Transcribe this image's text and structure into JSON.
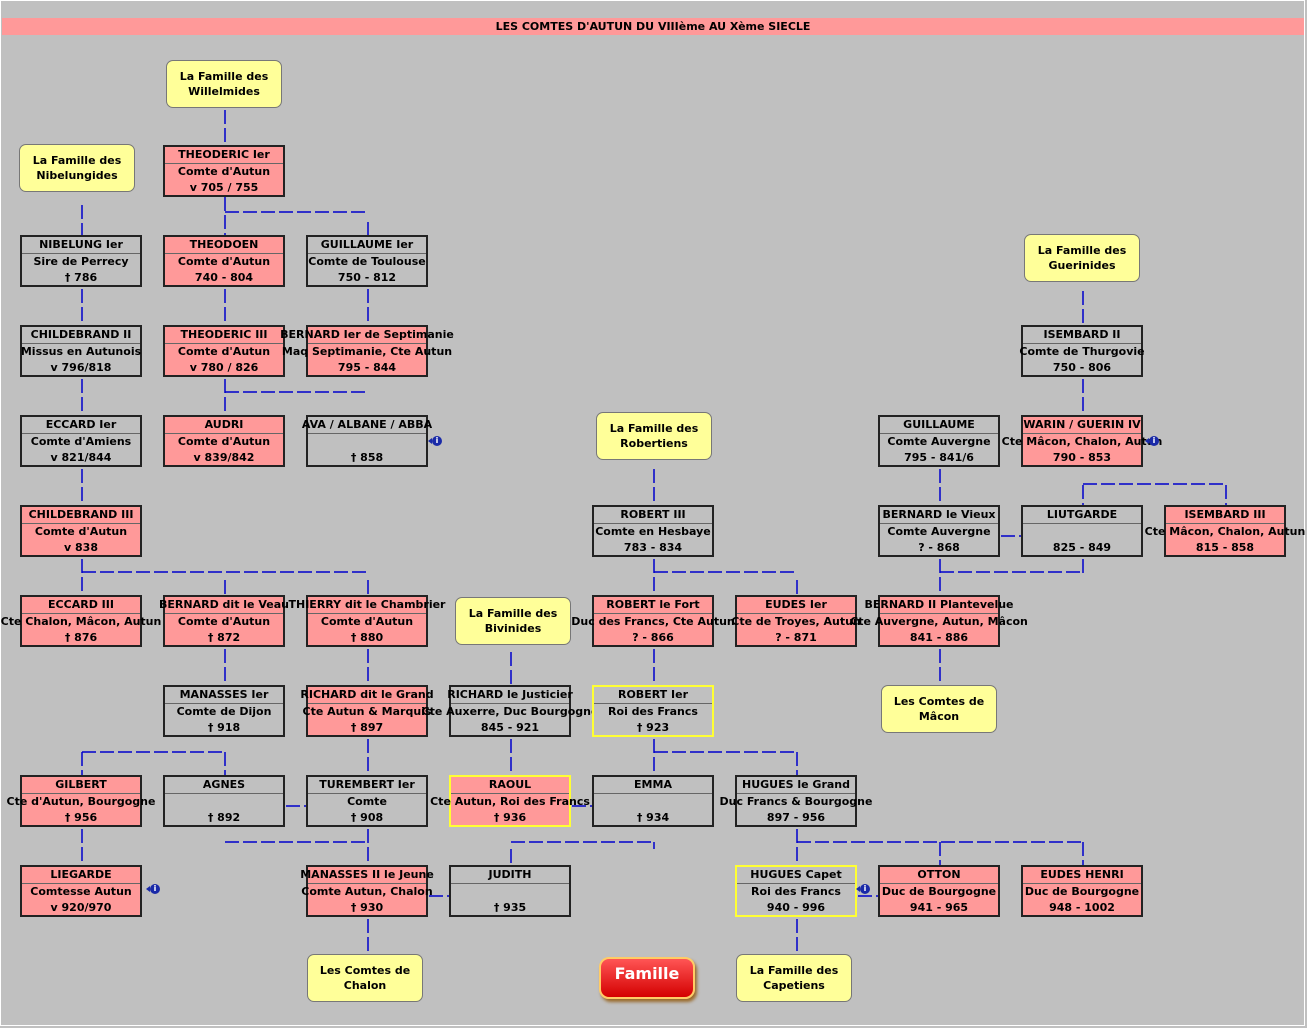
{
  "title": "LES COMTES D'AUTUN DU VIIIème AU Xème SIECLE",
  "famille_button": "Famille",
  "colors": {
    "background": "#c0c0c0",
    "banner": "#ff9999",
    "count_box": "#ff9999",
    "caption_box": "#ffff99",
    "line": "#0000cc",
    "highlight_border": "#ffff33"
  },
  "captions": {
    "willelmides": "La Famille des Willelmides",
    "nibelungides": "La Famille des Nibelungides",
    "guerinides": "La Famille des Guerinides",
    "robertiens": "La Famille des Robertiens",
    "bivinides": "La Famille des Bivinides",
    "comtes_macon": "Les Comtes de Mâcon",
    "comtes_chalon": "Les Comtes de Chalon",
    "capetiens": "La Famille des Capetiens"
  },
  "persons": {
    "theoderic1": [
      "THEODERIC Ier",
      "Comte d'Autun",
      "v 705 / 755"
    ],
    "nibelung1": [
      "NIBELUNG Ier",
      "Sire de Perrecy",
      "† 786"
    ],
    "theodoen": [
      "THEODOEN",
      "Comte d'Autun",
      "740 - 804"
    ],
    "guillaume1": [
      "GUILLAUME Ier",
      "Comte de Toulouse",
      "750 - 812"
    ],
    "childebrand2": [
      "CHILDEBRAND II",
      "Missus en Autunois",
      "v 796/818"
    ],
    "theoderic3": [
      "THEODERIC III",
      "Comte d'Autun",
      "v 780 / 826"
    ],
    "bernard_septimanie": [
      "BERNARD Ier de Septimanie",
      "Maq Septimanie, Cte Autun",
      "795 - 844"
    ],
    "isembard2": [
      "ISEMBARD II",
      "Comte de Thurgovie",
      "750 - 806"
    ],
    "eccard1": [
      "ECCARD Ier",
      "Comte d'Amiens",
      "v 821/844"
    ],
    "audri": [
      "AUDRI",
      "Comte d'Autun",
      "v 839/842"
    ],
    "ava": [
      "AVA / ALBANE / ABBA",
      "",
      "† 858"
    ],
    "guillaume": [
      "GUILLAUME",
      "Comte Auvergne",
      "795 - 841/6"
    ],
    "warin": [
      "WARIN / GUERIN IV",
      "Cte Mâcon, Chalon, Autun",
      "790 - 853"
    ],
    "childebrand3": [
      "CHILDEBRAND III",
      "Comte d'Autun",
      "v 838"
    ],
    "robert3": [
      "ROBERT III",
      "Comte en Hesbaye",
      "783 - 834"
    ],
    "bernard_vieux": [
      "BERNARD le Vieux",
      "Comte Auvergne",
      "? - 868"
    ],
    "liutgarde": [
      "LIUTGARDE",
      "",
      "825 - 849"
    ],
    "isembard3": [
      "ISEMBARD III",
      "Cte Mâcon, Chalon, Autun",
      "815 - 858"
    ],
    "eccard3": [
      "ECCARD III",
      "Cte Chalon, Mâcon, Autun",
      "† 876"
    ],
    "bernard_veau": [
      "BERNARD dit le Veau",
      "Comte d'Autun",
      "† 872"
    ],
    "thierry": [
      "THIERRY dit le Chambrier",
      "Comte d'Autun",
      "† 880"
    ],
    "robert_fort": [
      "ROBERT le Fort",
      "Duc des Francs, Cte Autun",
      "? - 866"
    ],
    "eudes1": [
      "EUDES Ier",
      "Cte de Troyes, Autun",
      "? - 871"
    ],
    "bernard_plantevelue": [
      "BERNARD II Plantevelue",
      "Cte Auvergne, Autun, Mâcon",
      "841 - 886"
    ],
    "manasses1": [
      "MANASSES Ier",
      "Comte de Dijon",
      "† 918"
    ],
    "richard_grand": [
      "RICHARD dit le Grand",
      "Cte Autun & Marquis",
      "† 897"
    ],
    "richard_justicier": [
      "RICHARD le Justicier",
      "Cte Auxerre, Duc Bourgogne",
      "845 - 921"
    ],
    "robert1": [
      "ROBERT Ier",
      "Roi des Francs",
      "† 923"
    ],
    "gilbert": [
      "GILBERT",
      "Cte d'Autun, Bourgogne",
      "† 956"
    ],
    "agnes": [
      "AGNES",
      "",
      "† 892"
    ],
    "turembert": [
      "TUREMBERT Ier",
      "Comte",
      "† 908"
    ],
    "raoul": [
      "RAOUL",
      "Cte Autun, Roi des Francs",
      "† 936"
    ],
    "emma": [
      "EMMA",
      "",
      "† 934"
    ],
    "hugues_grand": [
      "HUGUES le Grand",
      "Duc Francs & Bourgogne",
      "897 - 956"
    ],
    "liegarde": [
      "LIEGARDE",
      "Comtesse Autun",
      "v 920/970"
    ],
    "manasses2": [
      "MANASSES II le Jeune",
      "Comte Autun, Chalon",
      "† 930"
    ],
    "judith": [
      "JUDITH",
      "",
      "† 935"
    ],
    "hugues_capet": [
      "HUGUES Capet",
      "Roi des Francs",
      "940 - 996"
    ],
    "otton": [
      "OTTON",
      "Duc de Bourgogne",
      "941 - 965"
    ],
    "eudes_henri": [
      "EUDES HENRI",
      "Duc de Bourgogne",
      "948 - 1002"
    ]
  }
}
